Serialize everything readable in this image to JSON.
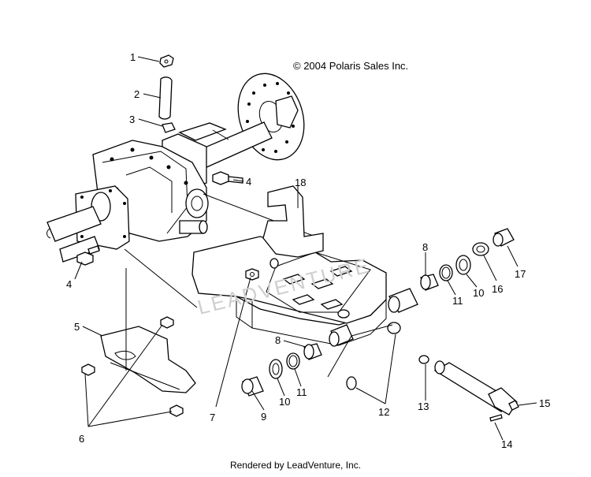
{
  "diagram": {
    "copyright": "© 2004 Polaris Sales Inc.",
    "watermark": "LEADVENTURE",
    "footer": "Rendered by LeadVenture, Inc.",
    "callouts": [
      {
        "label": "1"
      },
      {
        "label": "2"
      },
      {
        "label": "3"
      },
      {
        "label": "4"
      },
      {
        "label": "4"
      },
      {
        "label": "5"
      },
      {
        "label": "6"
      },
      {
        "label": "7"
      },
      {
        "label": "8"
      },
      {
        "label": "8"
      },
      {
        "label": "9"
      },
      {
        "label": "10"
      },
      {
        "label": "10"
      },
      {
        "label": "11"
      },
      {
        "label": "11"
      },
      {
        "label": "12"
      },
      {
        "label": "13"
      },
      {
        "label": "14"
      },
      {
        "label": "15"
      },
      {
        "label": "16"
      },
      {
        "label": "17"
      },
      {
        "label": "18"
      }
    ]
  }
}
